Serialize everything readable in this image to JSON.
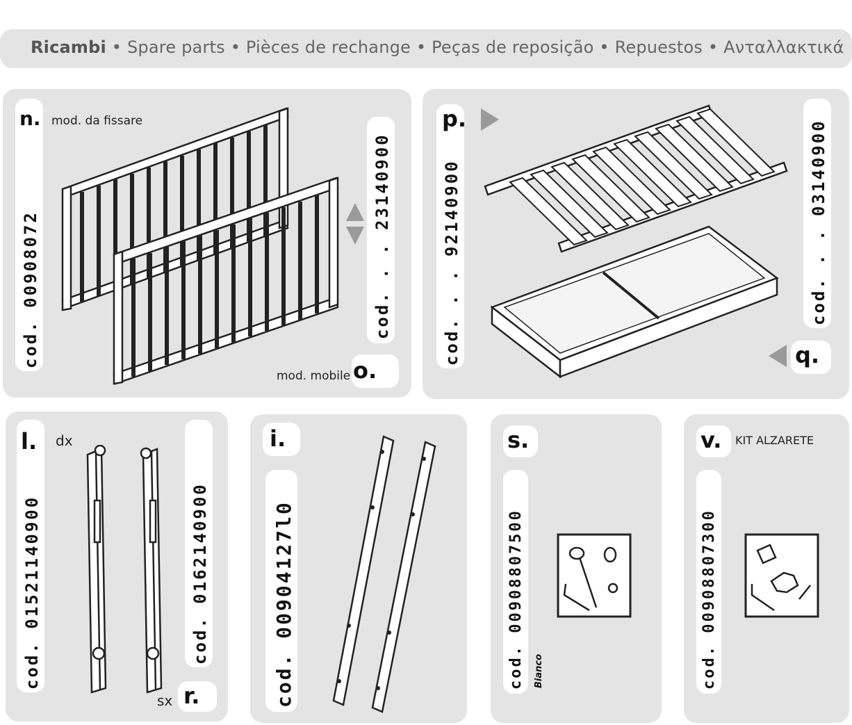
{
  "header": {
    "items": [
      "Ricambi",
      "Spare parts",
      "Pièces de rechange",
      "Peças de reposição",
      "Repuestos",
      "Ανταλλακτικά"
    ],
    "separator": "•"
  },
  "panels": {
    "sides": {
      "letter_fixed": "n.",
      "label_fixed": "mod. da fissare",
      "letter_mobile": "o.",
      "label_mobile": "mod. mobile",
      "cod_fixed": "cod. 00908072",
      "cod_mobile": "cod. . . 23140900",
      "arrow": "up-down-arrows-icon"
    },
    "base": {
      "letter_slats": "p.",
      "letter_drawer": "q.",
      "cod_slats": "cod. . . 92140900",
      "cod_drawer": "cod. . . 03140900"
    },
    "ends": {
      "letter_dx": "l.",
      "label_dx": "dx",
      "letter_sx": "r.",
      "label_sx": "sx",
      "cod_dx": "cod. 01521140900",
      "cod_sx": "cod. 0162140900"
    },
    "rails": {
      "letter": "i.",
      "cod": "cod. 00904127l0"
    },
    "hardware": {
      "letter": "s.",
      "cod": "cod. 00908807500",
      "note": "Bianco"
    },
    "kit": {
      "letter": "v.",
      "label": "KIT ALZARETE",
      "cod": "cod. 00908807300"
    }
  }
}
